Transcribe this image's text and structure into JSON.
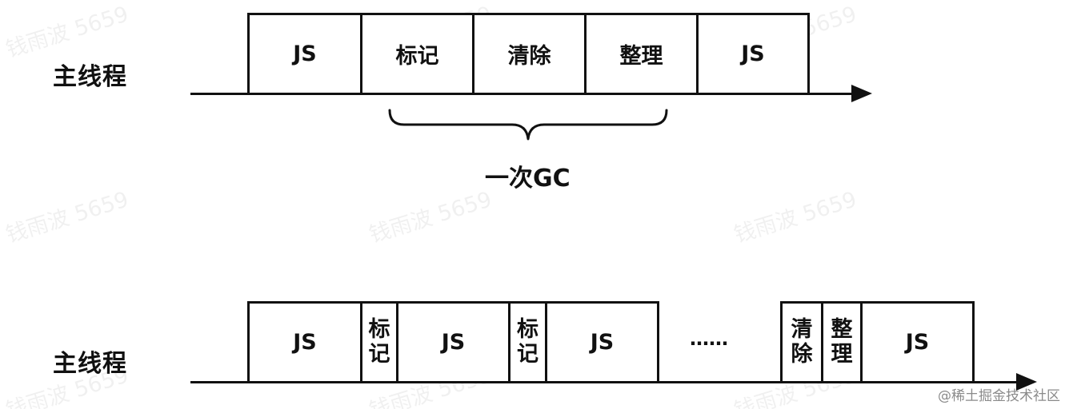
{
  "watermark": "钱雨波 5659",
  "timeline_top": {
    "lane_label": "主线程",
    "blocks": [
      "JS",
      "标记",
      "清除",
      "整理",
      "JS"
    ],
    "brace_label": "一次GC"
  },
  "timeline_bottom": {
    "lane_label": "主线程",
    "blocks": [
      "JS",
      "标记",
      "JS",
      "标记",
      "JS",
      "清除",
      "整理",
      "JS"
    ],
    "ellipsis": "……"
  },
  "footer": "@稀土掘金技术社区"
}
